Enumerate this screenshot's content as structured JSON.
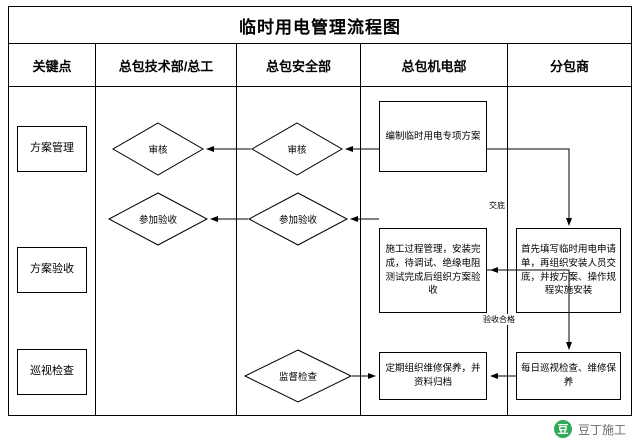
{
  "title": "临时用电管理流程图",
  "columns": [
    {
      "label": "关键点"
    },
    {
      "label": "总包技术部/总工"
    },
    {
      "label": "总包安全部"
    },
    {
      "label": "总包机电部"
    },
    {
      "label": "分包商"
    }
  ],
  "key_points": [
    {
      "label": "方案管理"
    },
    {
      "label": "方案验收"
    },
    {
      "label": "巡视检查"
    }
  ],
  "nodes": {
    "review_tech": "审核",
    "review_safety": "审核",
    "plan_make": "编制临时用电专项方案",
    "accept_tech": "参加验收",
    "accept_safety": "参加验收",
    "construct": "施工过程管理，安装完成，待调试、绝缘电阻测试完成后组织方案验收",
    "sub_apply": "首先填写临时用电申请单，再组织安装人员交底，并按方案、操作规程实施安装",
    "supervise": "监督检查",
    "maintain": "定期组织维修保养，并资料归档",
    "sub_patrol": "每日巡视检查、维修保养"
  },
  "arrow_labels": {
    "disclosure": "交底",
    "accept_pass": "验收合格"
  },
  "watermark": {
    "text": "豆丁施工",
    "logo": "豆"
  },
  "colors": {
    "line": "#000000",
    "background": "#ffffff",
    "watermark_green": "#2eaa5a"
  }
}
